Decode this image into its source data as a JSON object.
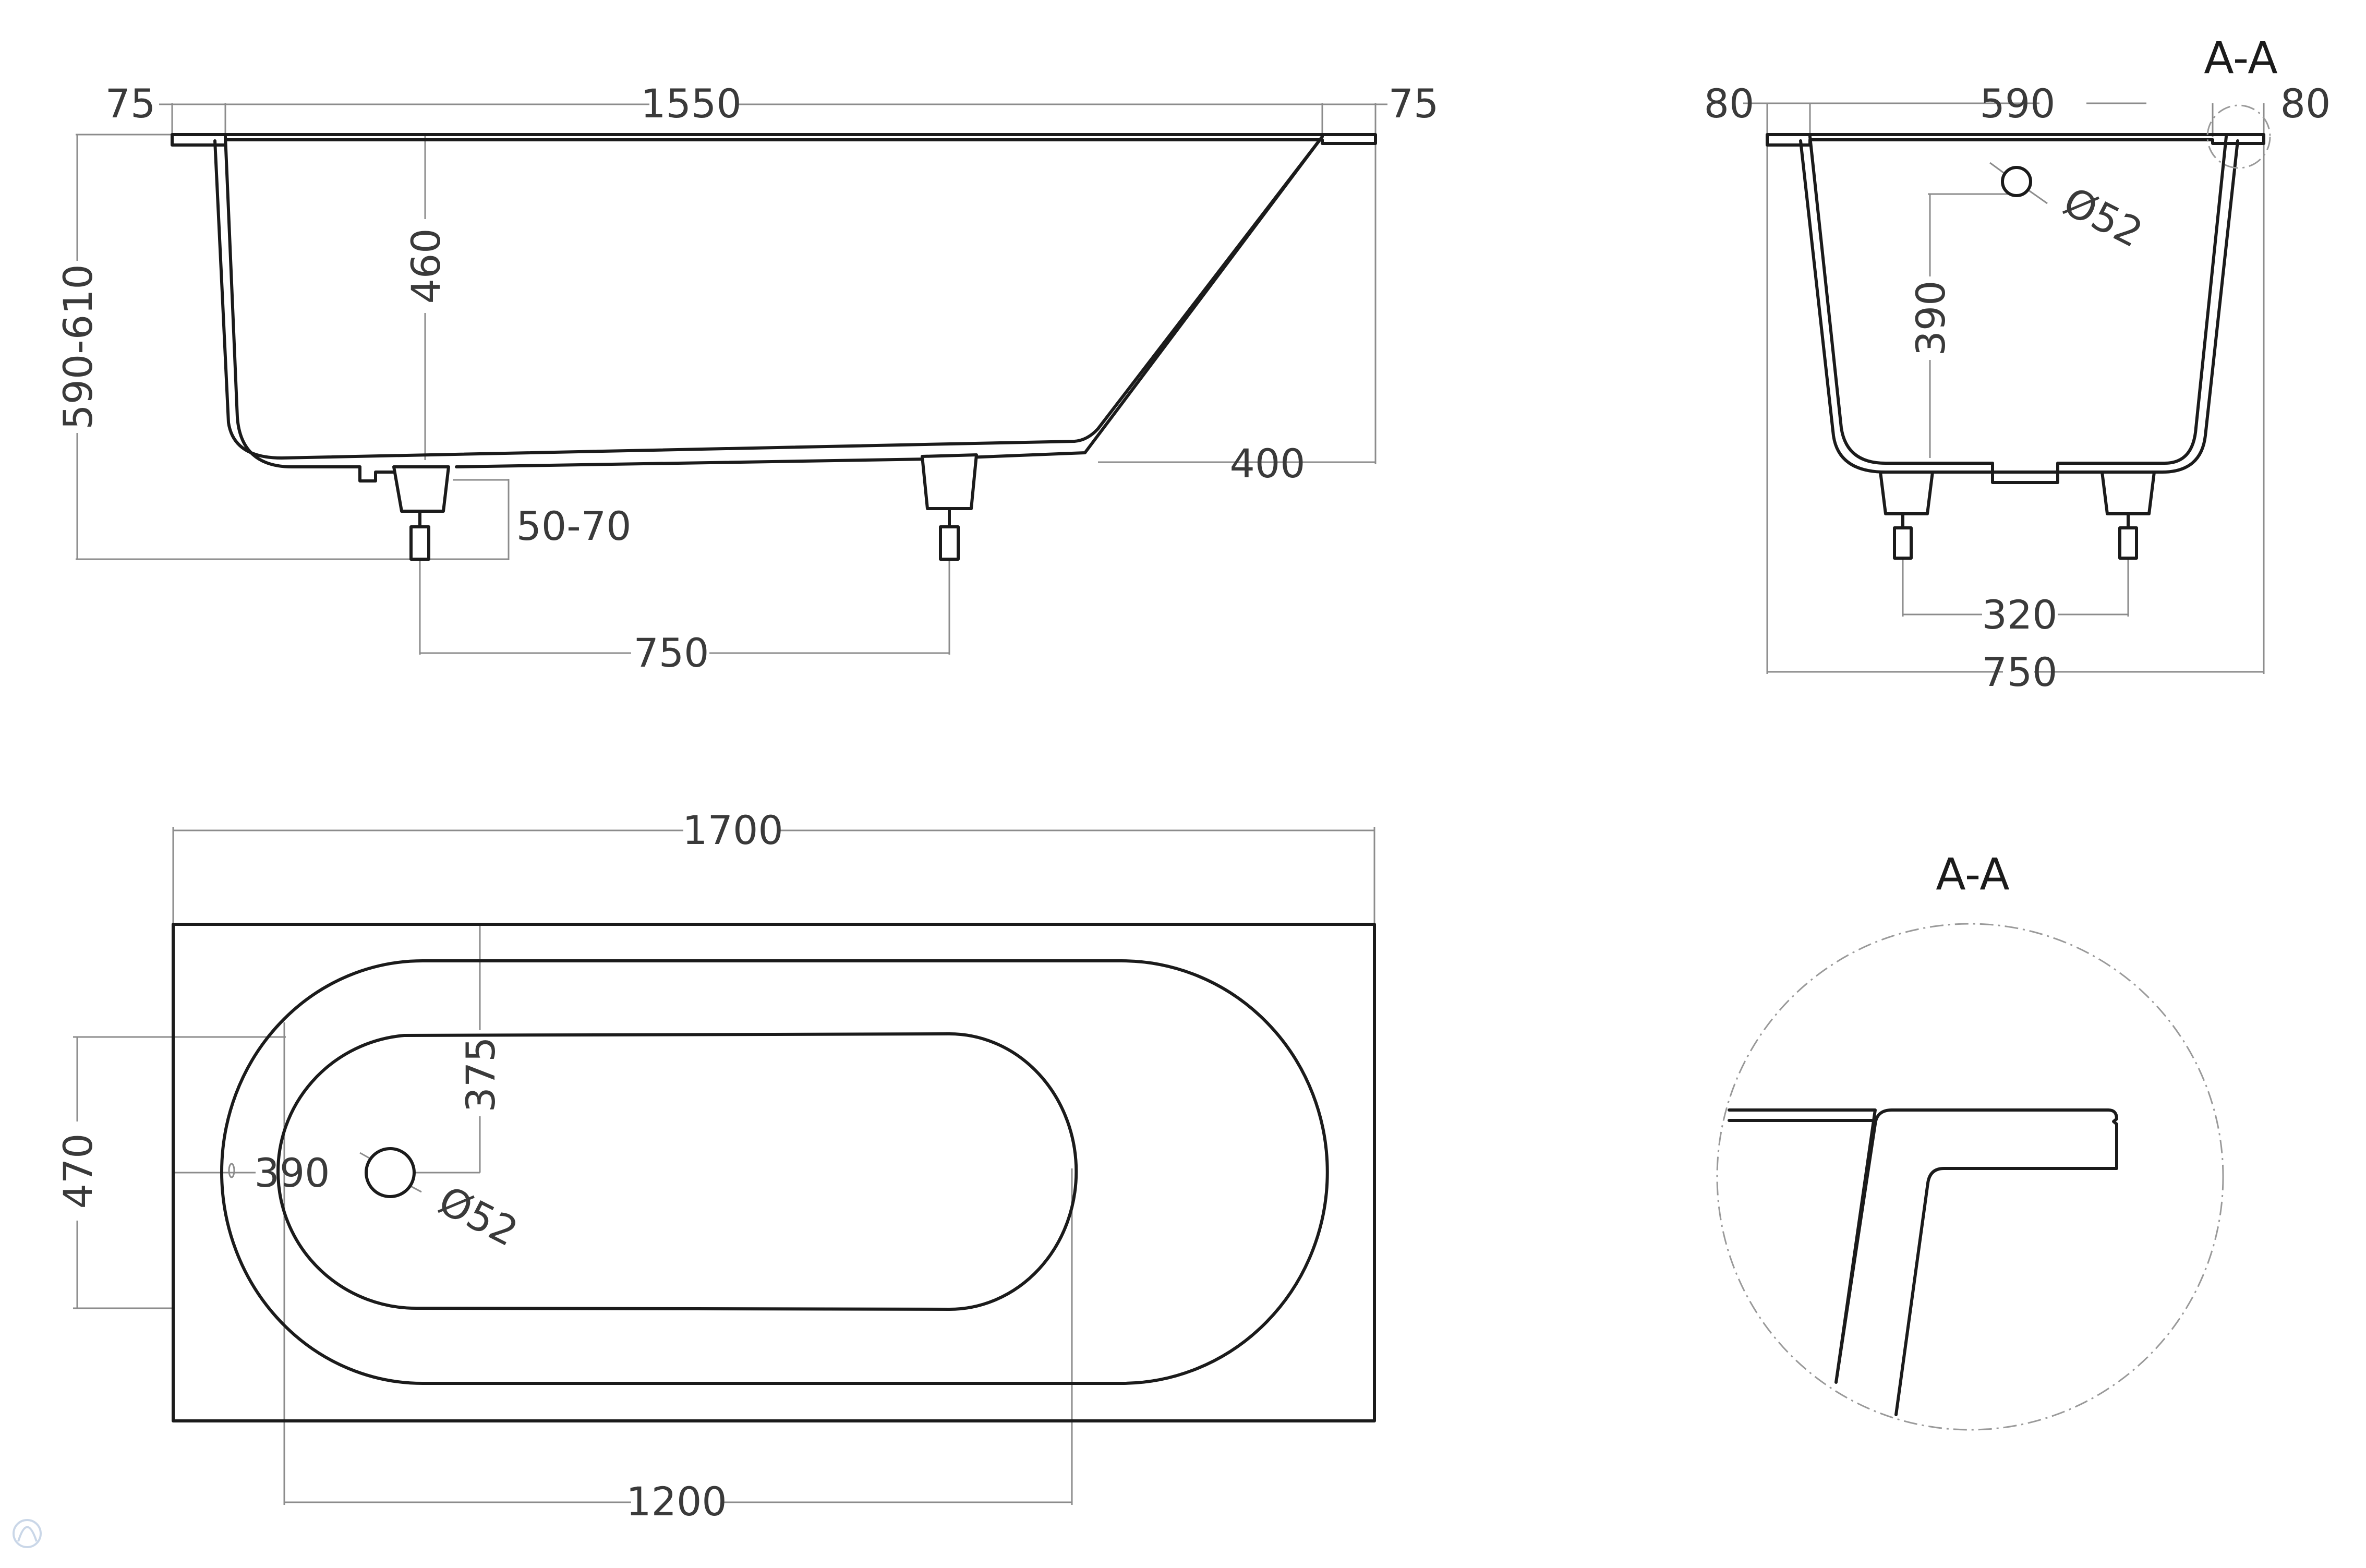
{
  "side_view": {
    "rim_left": "75",
    "top_length": "1550",
    "rim_right": "75",
    "total_height": "590-610",
    "inner_depth": "460",
    "slope_offset": "400",
    "leg_adjust": "50-70",
    "leg_spacing": "750"
  },
  "end_view": {
    "title": "A-A",
    "rim_left": "80",
    "inner_width": "590",
    "rim_right": "80",
    "drain_diameter": "Ø52",
    "drain_height": "390",
    "leg_spacing": "320",
    "total_width": "750"
  },
  "plan_view": {
    "total_length": "1700",
    "total_width": "470",
    "drain_offset_y": "375",
    "drain_offset_x": "390",
    "drain_diameter": "Ø52",
    "bottom_length": "1200"
  },
  "detail_view": {
    "title": "A-A"
  },
  "colors": {
    "outline": "#1b1b1b",
    "dimension": "#8c8c8c",
    "text": "#3a3a3a",
    "background": "#ffffff"
  }
}
